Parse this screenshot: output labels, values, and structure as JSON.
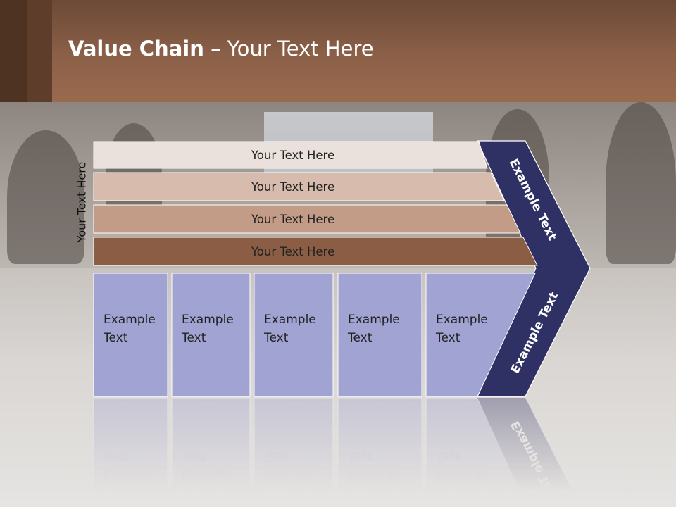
{
  "slide": {
    "title_bold": "Value Chain",
    "title_rest": " – Your Text Here",
    "vertical_label": "Your Text Here"
  },
  "bars": [
    {
      "label": "Your Text Here",
      "color": "#ebe1dc"
    },
    {
      "label": "Your Text Here",
      "color": "#d7bcad"
    },
    {
      "label": "Your Text Here",
      "color": "#c39c87"
    },
    {
      "label": "Your Text Here",
      "color": "#8b5d44"
    }
  ],
  "columns": [
    {
      "line1": "Example",
      "line2": "Text"
    },
    {
      "line1": "Example",
      "line2": "Text"
    },
    {
      "line1": "Example",
      "line2": "Text"
    },
    {
      "line1": "Example",
      "line2": "Text"
    },
    {
      "line1": "Example",
      "line2": "Text"
    }
  ],
  "arrow": {
    "upper_label": "Example Text",
    "lower_label": "Example Text",
    "color": "#2f3064"
  },
  "column_color": "#a1a3d2"
}
